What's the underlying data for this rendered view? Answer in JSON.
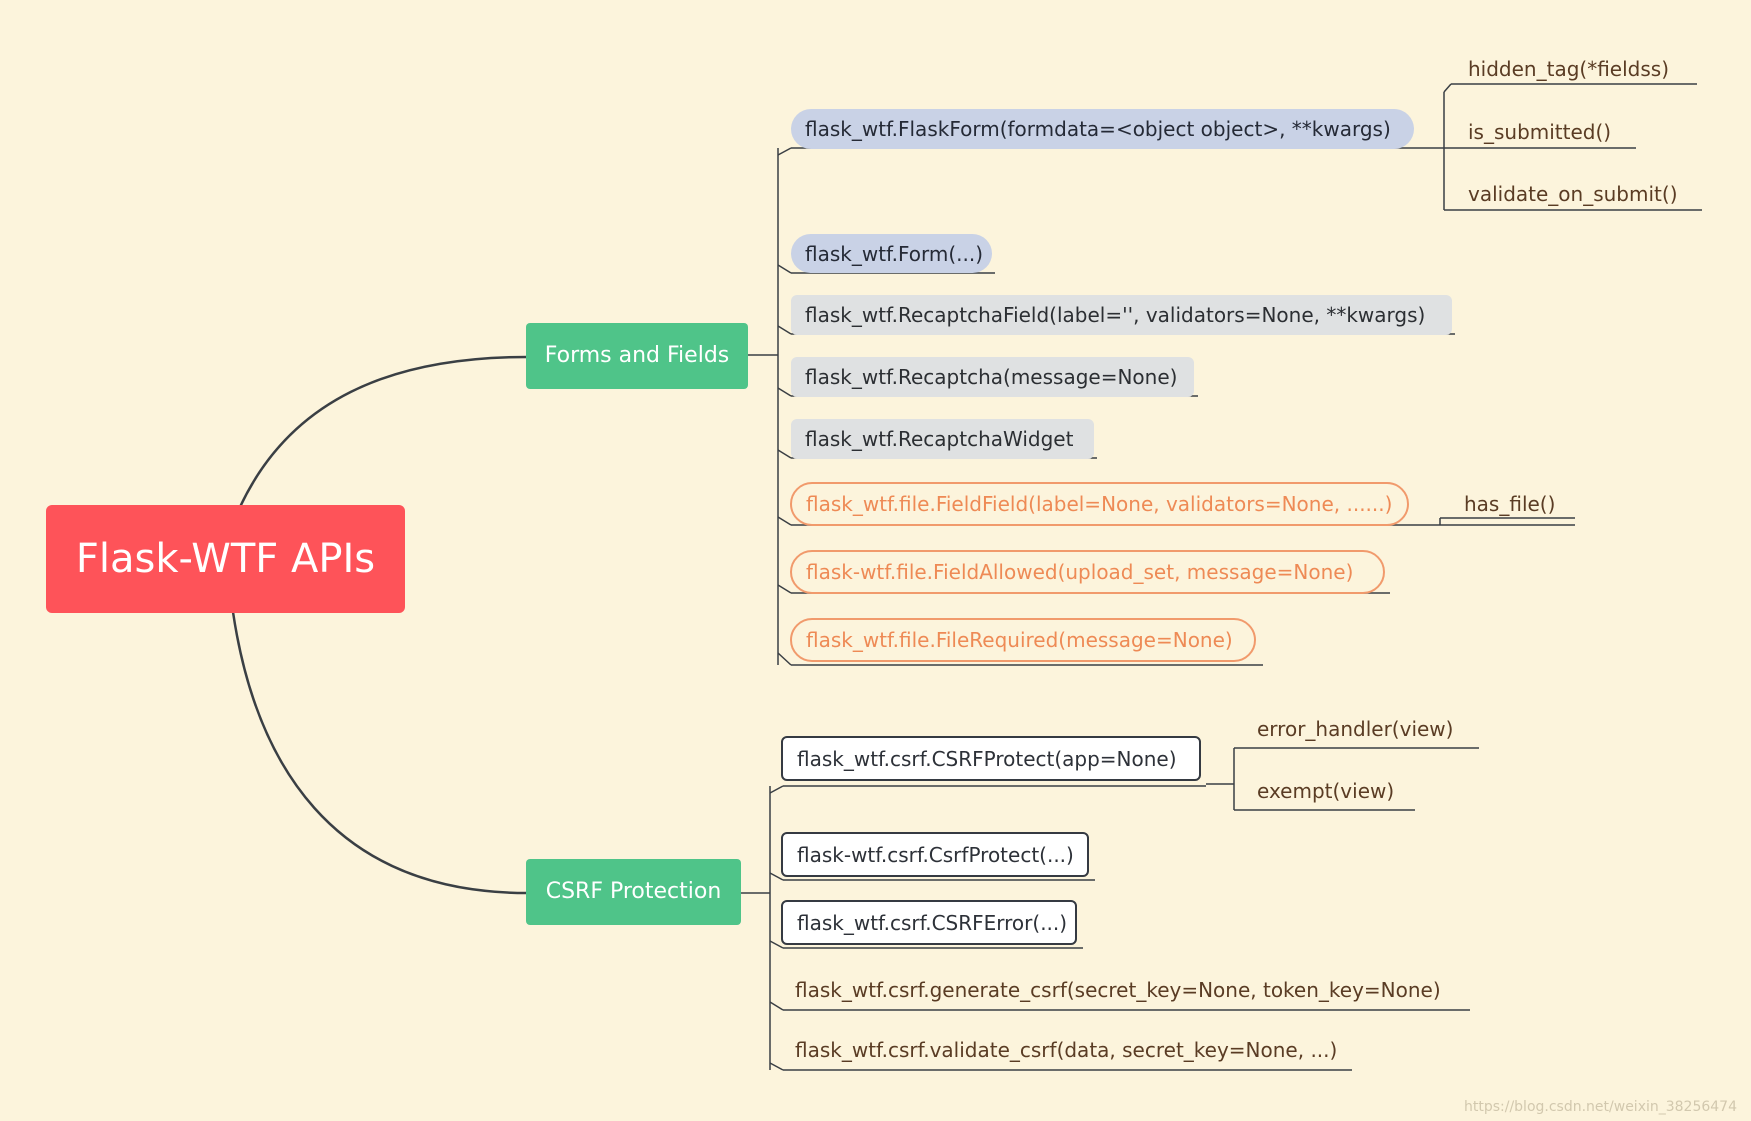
{
  "root": {
    "label": "Flask-WTF APIs"
  },
  "branches": {
    "forms": {
      "label": "Forms and Fields",
      "items": {
        "flaskform": "flask_wtf.FlaskForm(formdata=<object object>, **kwargs)",
        "form": "flask_wtf.Form(...)",
        "recaptcha_field": "flask_wtf.RecaptchaField(label='', validators=None, **kwargs)",
        "recaptcha": "flask_wtf.Recaptcha(message=None)",
        "recaptcha_widget": "flask_wtf.RecaptchaWidget",
        "file_field": "flask_wtf.file.FieldField(label=None, validators=None, ......)",
        "file_allowed": "flask-wtf.file.FieldAllowed(upload_set, message=None)",
        "file_required": "flask_wtf.file.FileRequired(message=None)"
      },
      "flaskform_methods": [
        "hidden_tag(*fieldss)",
        "is_submitted()",
        "validate_on_submit()"
      ],
      "file_field_methods": [
        "has_file()"
      ]
    },
    "csrf": {
      "label": "CSRF Protection",
      "items": {
        "csrfprotect": "flask_wtf.csrf.CSRFProtect(app=None)",
        "csrfprotect_old": "flask-wtf.csrf.CsrfProtect(...)",
        "csrferror": "flask_wtf.csrf.CSRFError(...)",
        "generate": "flask_wtf.csrf.generate_csrf(secret_key=None, token_key=None)",
        "validate": "flask_wtf.csrf.validate_csrf(data, secret_key=None, ...)"
      },
      "csrfprotect_methods": [
        "error_handler(view)",
        "exempt(view)"
      ]
    }
  },
  "watermark": "https://blog.csdn.net/weixin_38256474",
  "colors": {
    "background": "#fcf4dc",
    "root": "#fe5359",
    "branch": "#4fc489",
    "connector": "#3a3f44",
    "blue_topic": "#c9d2e6",
    "grey_topic": "#dfe1e2",
    "orange_topic": "#f19a6c",
    "dark_topic": "#353a42",
    "plain_text": "#5a3c24"
  }
}
